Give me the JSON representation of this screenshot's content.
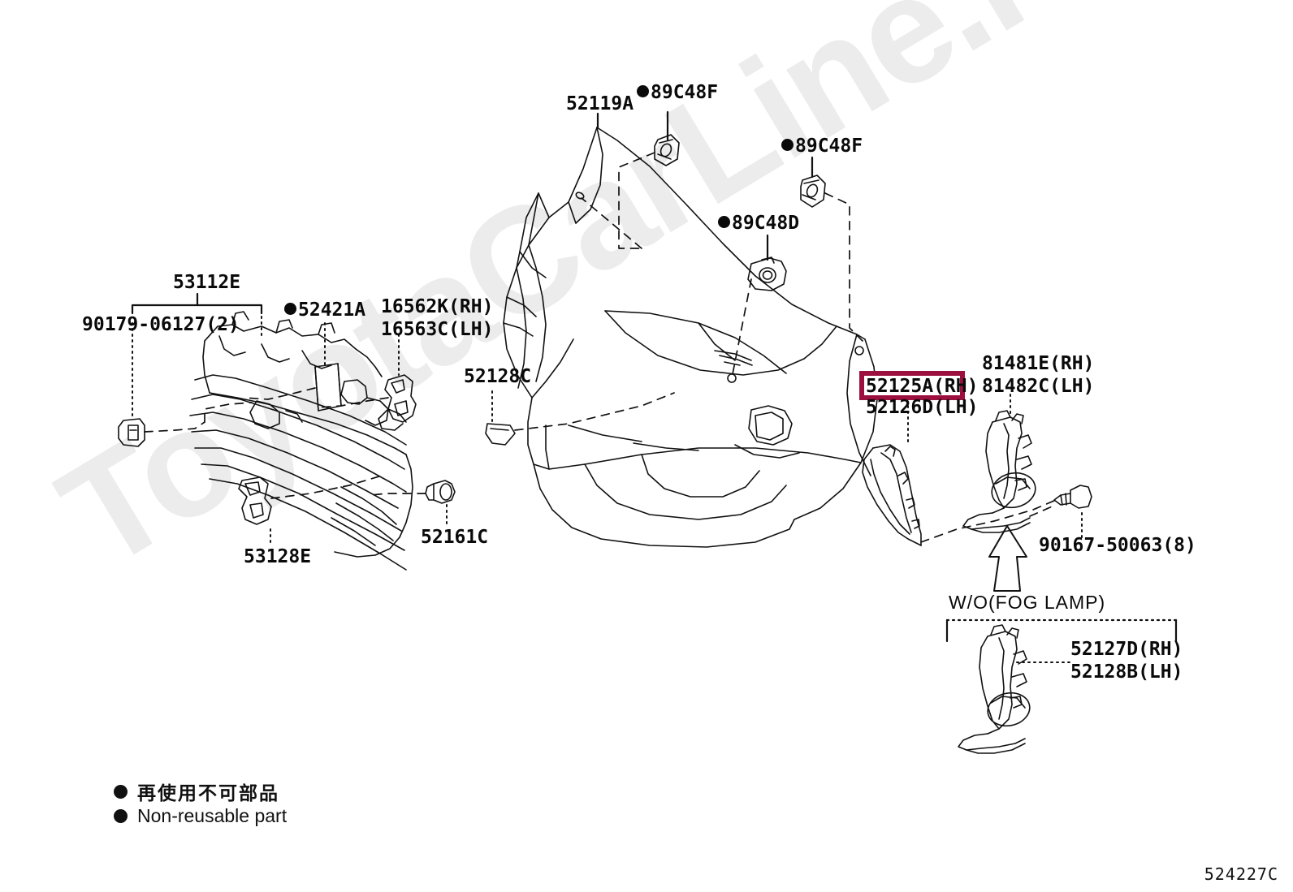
{
  "diagram": {
    "code": "524227C",
    "watermark": "ToyotaCarLine.ru",
    "background_color": "#ffffff",
    "line_color": "#111111",
    "highlight_color": "#9c1040"
  },
  "labels": {
    "l_52119a": {
      "text": "52119A",
      "bullet": false
    },
    "l_89c48f_1": {
      "text": "89C48F",
      "bullet": true
    },
    "l_89c48f_2": {
      "text": "89C48F",
      "bullet": true
    },
    "l_89c48d": {
      "text": "89C48D",
      "bullet": true
    },
    "l_53112e": {
      "text": "53112E",
      "bullet": false
    },
    "l_90179": {
      "text": "90179-06127(2)",
      "bullet": false
    },
    "l_52421a": {
      "text": "52421A",
      "bullet": true
    },
    "l_16562k": {
      "text": "16562K(RH)",
      "bullet": false
    },
    "l_16563c": {
      "text": "16563C(LH)",
      "bullet": false
    },
    "l_52128c": {
      "text": "52128C",
      "bullet": false
    },
    "l_53128e": {
      "text": "53128E",
      "bullet": false
    },
    "l_52161c": {
      "text": "52161C",
      "bullet": false
    },
    "l_52125a": {
      "text": "52125A(RH)",
      "bullet": false,
      "highlighted": true
    },
    "l_52126d": {
      "text": "52126D(LH)",
      "bullet": false
    },
    "l_81481e": {
      "text": "81481E(RH)",
      "bullet": false
    },
    "l_81482c": {
      "text": "81482C(LH)",
      "bullet": false
    },
    "l_90167": {
      "text": "90167-50063(8)",
      "bullet": false
    },
    "l_wofog": {
      "text": "W/O(FOG LAMP)",
      "bullet": false
    },
    "l_52127d": {
      "text": "52127D(RH)",
      "bullet": false
    },
    "l_52128b": {
      "text": "52128B(LH)",
      "bullet": false
    }
  },
  "legend": {
    "japanese": "再使用不可部品",
    "english": "Non-reusable part",
    "marker_icon": "filled-circle-icon"
  }
}
